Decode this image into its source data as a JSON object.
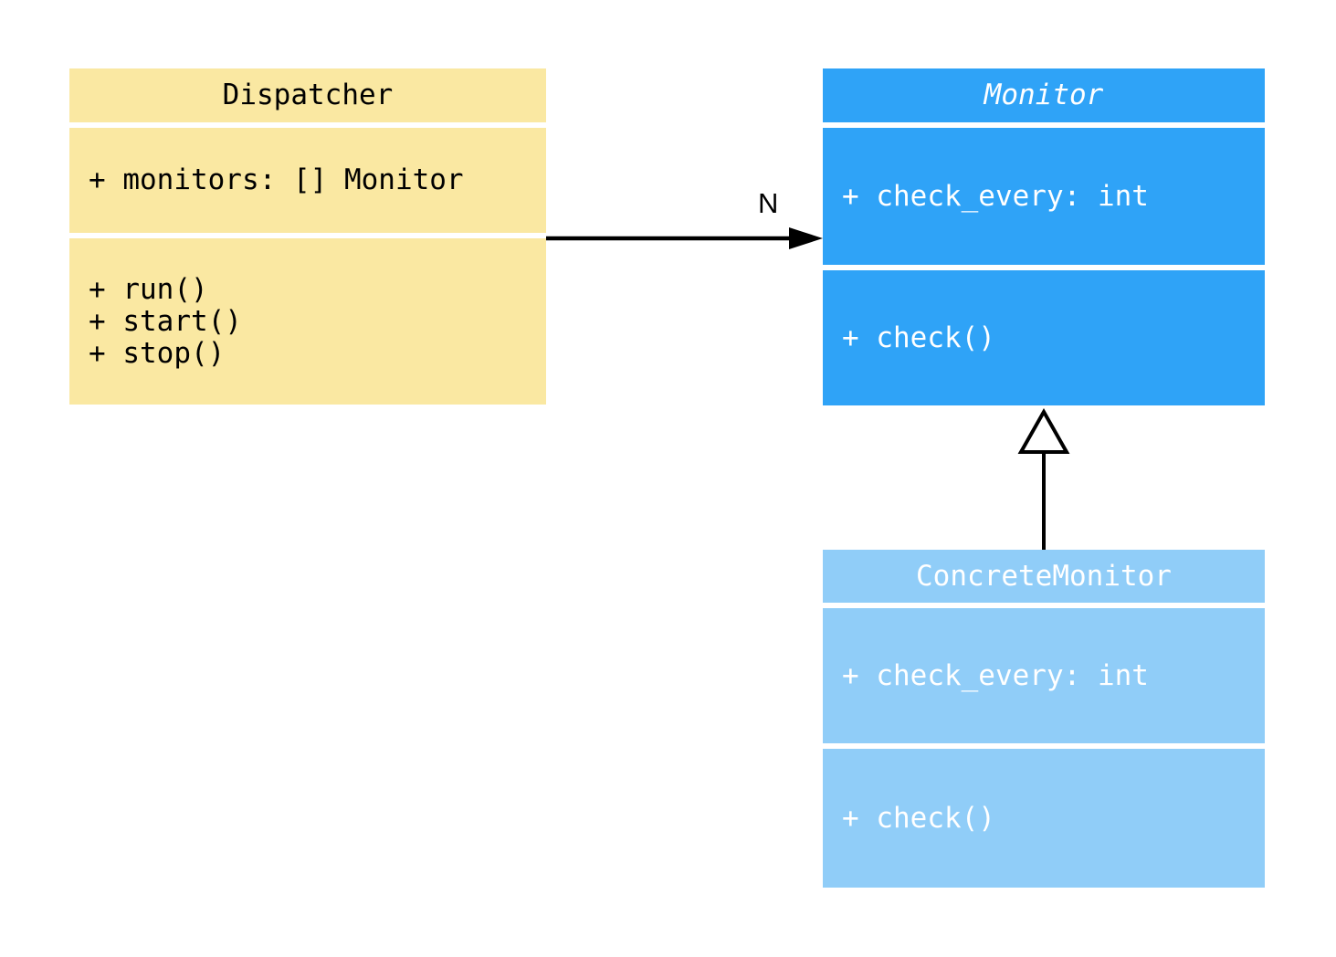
{
  "diagram": {
    "type": "uml-class-diagram",
    "background_color": "#FFFFFF",
    "classes": [
      {
        "name": "Dispatcher",
        "abstract": false,
        "fill_color": "#FAE8A2",
        "text_color": "#000000",
        "attributes": [
          "+ monitors: [] Monitor"
        ],
        "methods": [
          "+ run()",
          "+ start()",
          "+ stop()"
        ]
      },
      {
        "name": "Monitor",
        "abstract": true,
        "fill_color": "#2FA3F7",
        "text_color": "#FFFFFF",
        "attributes": [
          "+ check_every: int"
        ],
        "methods": [
          "+ check()"
        ]
      },
      {
        "name": "ConcreteMonitor",
        "abstract": false,
        "fill_color": "#90CDF8",
        "text_color": "#FFFFFF",
        "attributes": [
          "+ check_every: int"
        ],
        "methods": [
          "+ check()"
        ]
      }
    ],
    "relationships": [
      {
        "type": "association",
        "from": "Dispatcher",
        "to": "Monitor",
        "label": "N",
        "line_color": "#000000"
      },
      {
        "type": "generalization",
        "from": "ConcreteMonitor",
        "to": "Monitor",
        "label": "",
        "line_color": "#000000"
      }
    ]
  }
}
